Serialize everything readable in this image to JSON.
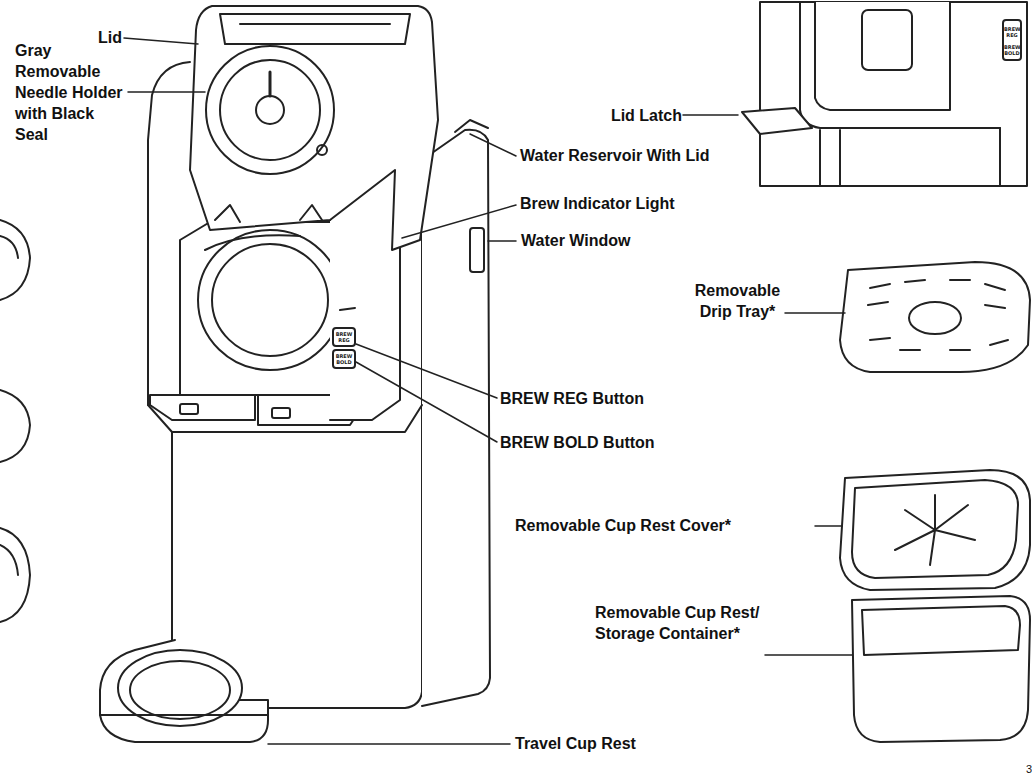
{
  "diagram": {
    "labels": [
      "Lid",
      "Gray Removable Needle Holder with Black Seal",
      "Lid Latch",
      "Water Reservoir With Lid",
      "Brew Indicator Light",
      "Water Window",
      "Removable Drip Tray*",
      "BREW REG Button",
      "BREW BOLD Button",
      "Removable Cup Rest Cover*",
      "Removable Cup Rest/ Storage Container*",
      "Travel Cup Rest",
      "BREW REG",
      "BREW BOLD",
      "BREW REG",
      "BREW BOLD",
      "3"
    ]
  }
}
